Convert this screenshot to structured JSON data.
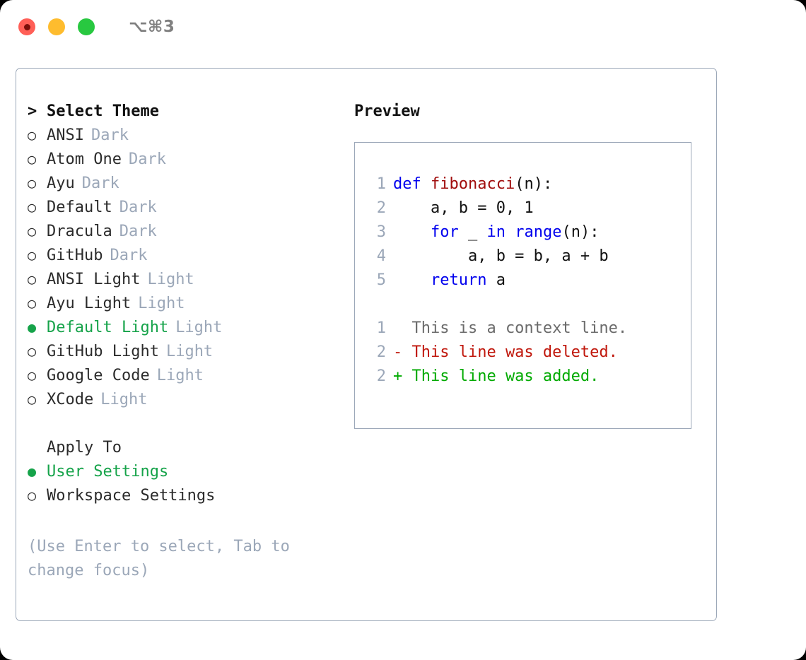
{
  "window": {
    "shortcut": "⌥⌘3",
    "traffic_lights": [
      "close-red",
      "minimize-yellow",
      "maximize-green"
    ]
  },
  "colors": {
    "selected_green": "#16a34a",
    "muted_gray": "#9ba7b8",
    "keyword_blue": "#0000ee",
    "function_red": "#a10e0e",
    "diff_deleted": "#c0170c",
    "diff_added": "#00aa00",
    "border": "#9ba7b8"
  },
  "theme_list": {
    "header_prefix": ">",
    "header": "Select Theme",
    "bullet_unselected": "○",
    "bullet_selected": "●",
    "items": [
      {
        "label": "ANSI",
        "tag": "Dark",
        "selected": false
      },
      {
        "label": "Atom One",
        "tag": "Dark",
        "selected": false
      },
      {
        "label": "Ayu",
        "tag": "Dark",
        "selected": false
      },
      {
        "label": "Default",
        "tag": "Dark",
        "selected": false
      },
      {
        "label": "Dracula",
        "tag": "Dark",
        "selected": false
      },
      {
        "label": "GitHub",
        "tag": "Dark",
        "selected": false
      },
      {
        "label": "ANSI Light",
        "tag": "Light",
        "selected": false
      },
      {
        "label": "Ayu Light",
        "tag": "Light",
        "selected": false
      },
      {
        "label": "Default Light",
        "tag": "Light",
        "selected": true
      },
      {
        "label": "GitHub Light",
        "tag": "Light",
        "selected": false
      },
      {
        "label": "Google Code",
        "tag": "Light",
        "selected": false
      },
      {
        "label": "XCode",
        "tag": "Light",
        "selected": false
      }
    ]
  },
  "apply_to": {
    "header": "Apply To",
    "items": [
      {
        "label": "User Settings",
        "selected": true
      },
      {
        "label": "Workspace Settings",
        "selected": false
      }
    ]
  },
  "hint": "(Use Enter to select, Tab to change focus)",
  "preview": {
    "title": "Preview",
    "code_lines": [
      {
        "number": "1",
        "segments": [
          {
            "text": "def ",
            "kind": "kw"
          },
          {
            "text": "fibonacci",
            "kind": "fn"
          },
          {
            "text": "(n):",
            "kind": "plain"
          }
        ]
      },
      {
        "number": "2",
        "segments": [
          {
            "text": "    a, b = 0, 1",
            "kind": "plain"
          }
        ]
      },
      {
        "number": "3",
        "segments": [
          {
            "text": "    ",
            "kind": "plain"
          },
          {
            "text": "for",
            "kind": "kw"
          },
          {
            "text": " _ ",
            "kind": "plain"
          },
          {
            "text": "in",
            "kind": "kw"
          },
          {
            "text": " ",
            "kind": "plain"
          },
          {
            "text": "range",
            "kind": "kw"
          },
          {
            "text": "(n):",
            "kind": "plain"
          }
        ]
      },
      {
        "number": "4",
        "segments": [
          {
            "text": "        a, b = b, a + b",
            "kind": "plain"
          }
        ]
      },
      {
        "number": "5",
        "segments": [
          {
            "text": "    ",
            "kind": "plain"
          },
          {
            "text": "return",
            "kind": "kw"
          },
          {
            "text": " a",
            "kind": "plain"
          }
        ]
      }
    ],
    "diff_lines": [
      {
        "number": "1",
        "segments": [
          {
            "text": "  This is a context line.",
            "kind": "ctx"
          }
        ]
      },
      {
        "number": "2",
        "segments": [
          {
            "text": "- This line was deleted.",
            "kind": "del"
          }
        ]
      },
      {
        "number": "2",
        "segments": [
          {
            "text": "+ This line was added.",
            "kind": "add"
          }
        ]
      }
    ]
  }
}
